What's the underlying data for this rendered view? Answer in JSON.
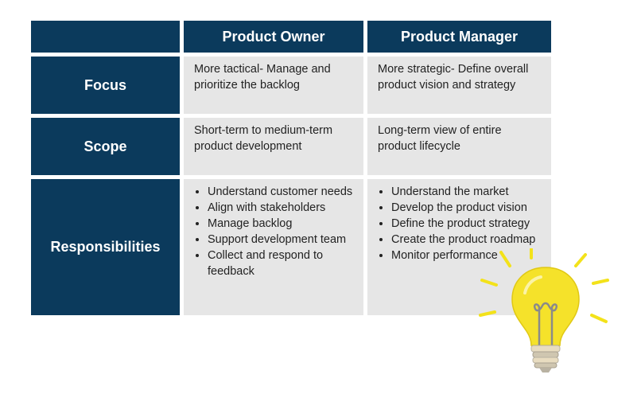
{
  "header": {
    "col1": "Product Owner",
    "col2": "Product Manager"
  },
  "rows": [
    {
      "label": "Focus",
      "owner": "More tactical- Manage and prioritize the backlog",
      "manager": "More strategic- Define overall product vision and strategy"
    },
    {
      "label": "Scope",
      "owner": "Short-term to medium-term product development",
      "manager": "Long-term view of entire product lifecycle"
    },
    {
      "label": "Responsibilities",
      "owner_items": [
        "Understand customer needs",
        "Align with stakeholders",
        "Manage backlog",
        "Support development team",
        "Collect and respond to feedback"
      ],
      "manager_items": [
        "Understand the market",
        "Develop the product vision",
        "Define the product strategy",
        "Create the product roadmap",
        "Monitor performance"
      ]
    }
  ],
  "colors": {
    "header": "#0b3a5c",
    "body": "#e6e6e6",
    "bulb": "#f5e22a",
    "rays": "#f3e21a"
  },
  "illustration": "lightbulb-icon"
}
